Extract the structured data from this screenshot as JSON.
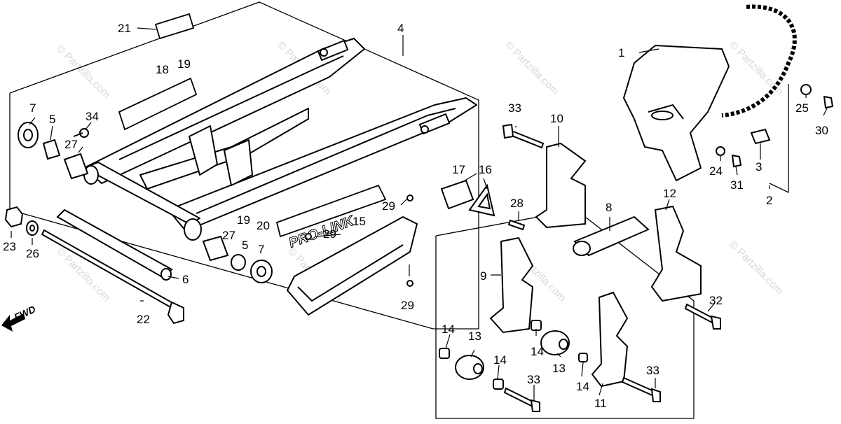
{
  "watermark": "© Partzilla.com",
  "logo_text": "PRO-LINK",
  "direction_label": "FWD",
  "callouts": {
    "c1": "1",
    "c2": "2",
    "c3": "3",
    "c4": "4",
    "c5a": "5",
    "c5b": "5",
    "c6": "6",
    "c7a": "7",
    "c7b": "7",
    "c8": "8",
    "c9": "9",
    "c10": "10",
    "c11": "11",
    "c12": "12",
    "c13a": "13",
    "c13b": "13",
    "c14a": "14",
    "c14b": "14",
    "c14c": "14",
    "c14d": "14",
    "c15": "15",
    "c16": "16",
    "c17": "17",
    "c18": "18",
    "c19a": "19",
    "c19b": "19",
    "c20": "20",
    "c21": "21",
    "c22": "22",
    "c23": "23",
    "c24": "24",
    "c25": "25",
    "c26": "26",
    "c27a": "27",
    "c27b": "27",
    "c28": "28",
    "c29a": "29",
    "c29b": "29",
    "c29c": "29",
    "c30": "30",
    "c31": "31",
    "c32": "32",
    "c33a": "33",
    "c33b": "33",
    "c33c": "33",
    "c34": "34"
  }
}
